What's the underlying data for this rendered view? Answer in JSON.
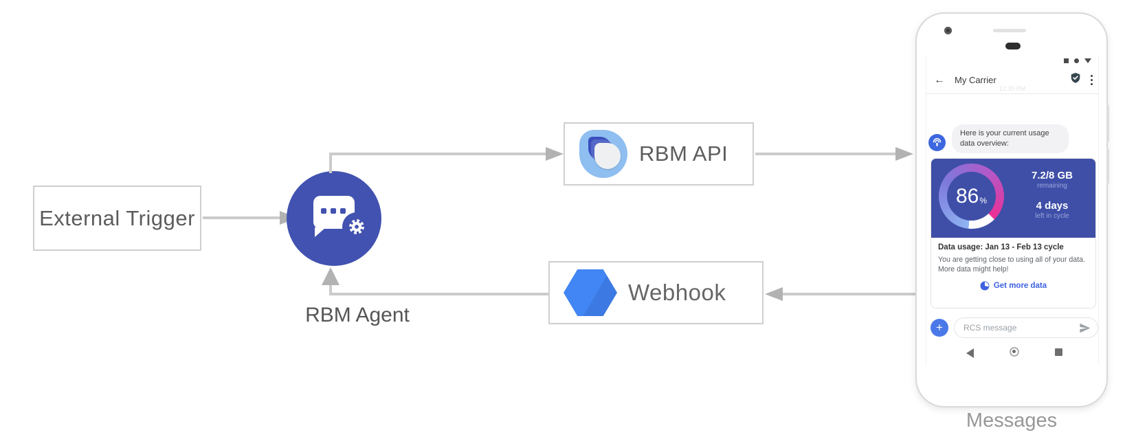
{
  "diagram": {
    "external_trigger_label": "External Trigger",
    "rbm_agent_label": "RBM Agent",
    "rbm_api_label": "RBM API",
    "webhook_label": "Webhook",
    "phone_caption": "Messages"
  },
  "phone": {
    "header": {
      "title": "My Carrier"
    },
    "timestamp": "12:30 PM",
    "agent_message": "Here is your current usage data overview:",
    "usage_card": {
      "percent": "86",
      "percent_unit": "%",
      "remaining_value": "7.2/8 GB",
      "remaining_label": "remaining",
      "cycle_days_value": "4 days",
      "cycle_days_label": "left in cycle",
      "title": "Data usage: Jan 13 - Feb 13 cycle",
      "body": "You are getting close to using all of your data. More data might help!",
      "cta_label": "Get more data"
    },
    "composer": {
      "placeholder": "RCS message"
    }
  },
  "colors": {
    "agent_circle": "#4152b0",
    "card_blue": "#3f4fa7",
    "webhook_hexagon": "#4285f4",
    "api_logo_light_blue": "#8fbef0",
    "api_logo_dark_blue": "#3a4ebd",
    "link_blue": "#3e62df",
    "avatar_blue": "#3d67e0",
    "plus_button_blue": "#4a78e8",
    "arrow_line": "#cbcbcb",
    "arrow_head": "#b2b2b2",
    "gauge_gradient": [
      "#8fb4f2",
      "#7e78dc",
      "#b557c6",
      "#ec2f95"
    ]
  }
}
